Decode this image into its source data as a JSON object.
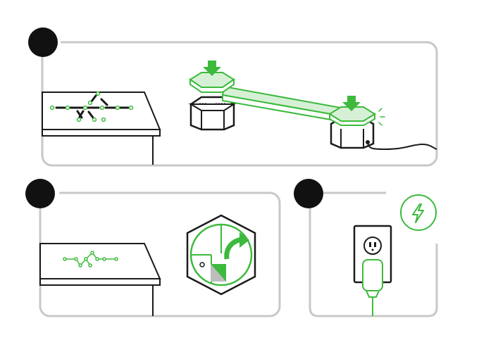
{
  "colors": {
    "accent": "#3dba3d",
    "accent_light": "#d6f0d6",
    "outline": "#1a1a1a",
    "panel_border": "#c8c8c8",
    "step_badge": "#111111",
    "shade": "#bdbdbd"
  },
  "steps": [
    {
      "id": "step-1",
      "badge": "",
      "icons": [
        "table-top-layout-icon",
        "panel-press-down-arrow-icon",
        "panel-base-hexagon-icon",
        "panel-connector-bar-icon",
        "power-cable-icon"
      ]
    },
    {
      "id": "step-2",
      "badge": "",
      "icons": [
        "table-top-layout-icon",
        "hexagon-panel-rotate-icon"
      ]
    },
    {
      "id": "step-3",
      "badge": "",
      "icons": [
        "power-bolt-icon",
        "wall-outlet-icon",
        "power-plug-icon"
      ]
    }
  ]
}
